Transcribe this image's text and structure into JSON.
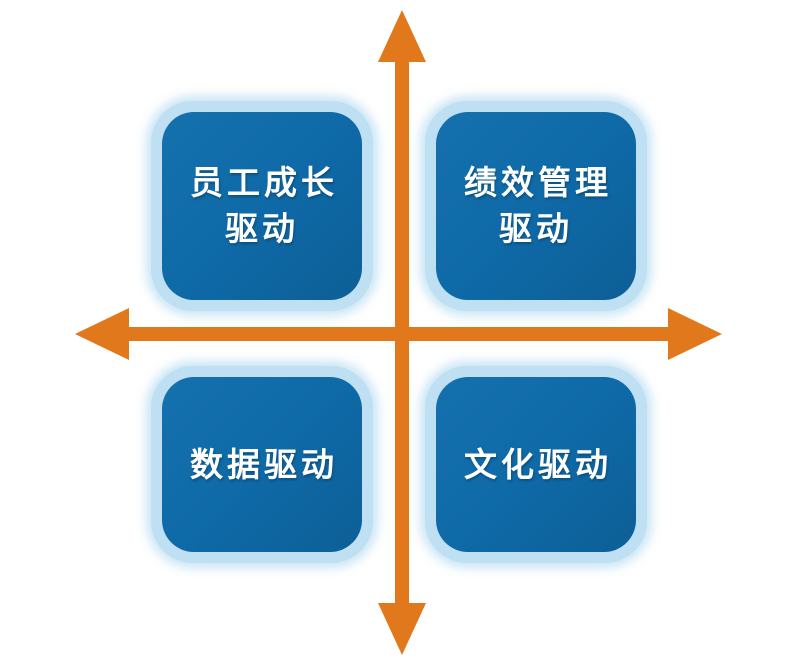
{
  "diagram": {
    "type": "two-by-two-quadrant-matrix",
    "colors": {
      "box_fill": "#0f6aa8",
      "box_glow": "#bfe0f3",
      "axis_orange": "#e2781c",
      "label_text": "#ffffff",
      "background": "#ffffff"
    },
    "axes": {
      "vertical_arrow_up": "arrow-up-icon",
      "vertical_arrow_down": "arrow-down-icon",
      "horizontal_arrow_left": "arrow-left-icon",
      "horizontal_arrow_right": "arrow-right-icon"
    },
    "quadrants": [
      {
        "position": "top-left",
        "label": "员工成长\n驱动"
      },
      {
        "position": "top-right",
        "label": "绩效管理\n驱动"
      },
      {
        "position": "bottom-left",
        "label": "数据驱动"
      },
      {
        "position": "bottom-right",
        "label": "文化驱动"
      }
    ]
  }
}
